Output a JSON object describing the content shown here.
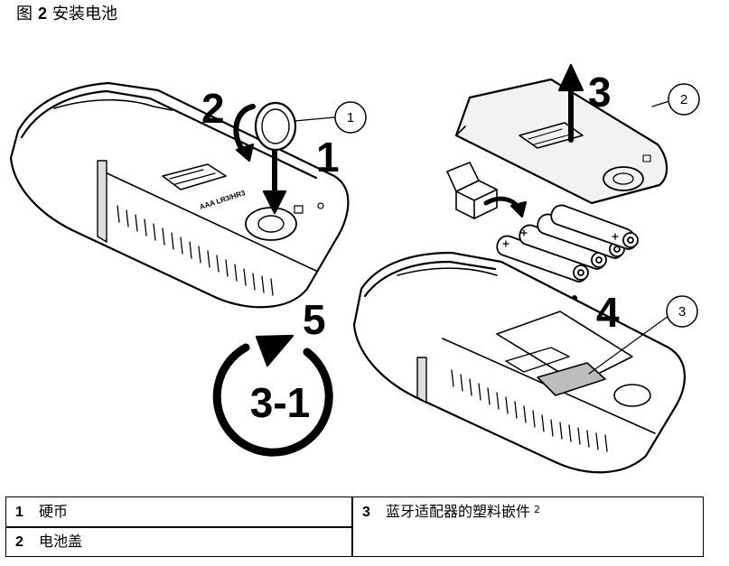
{
  "figure": {
    "label": "图",
    "number": "2",
    "caption": "安装电池"
  },
  "steps": [
    "1",
    "2",
    "3",
    "4",
    "5"
  ],
  "loop_label": "3-1",
  "callouts": [
    "1",
    "2",
    "3"
  ],
  "device_marking": "AAA LR3/HR3",
  "legend": {
    "items": [
      {
        "num": "1",
        "text": "硬币",
        "sup": ""
      },
      {
        "num": "2",
        "text": "电池盖",
        "sup": ""
      },
      {
        "num": "3",
        "text": "蓝牙适配器的塑料嵌件",
        "sup": "2"
      }
    ]
  }
}
